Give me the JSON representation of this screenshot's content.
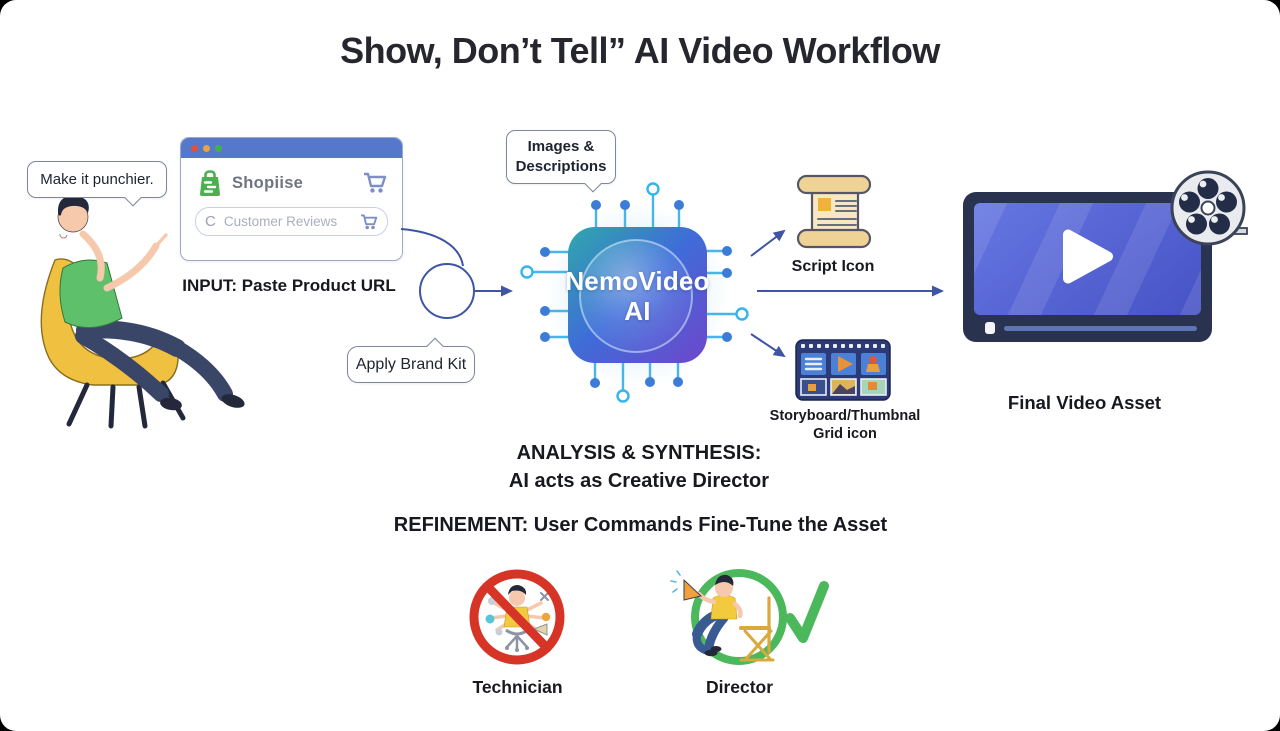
{
  "title": "Show, Don’t Tell” AI Video Workflow",
  "colors": {
    "chip_teal": "#2fa8ab",
    "chip_blue": "#3f6cd8",
    "chip_purple": "#6f46cc",
    "pin_line": "#49b4e8",
    "pin_dot": "#3b7cd6",
    "arrow_blue": "#3d55a3",
    "browser_bar_blue": "#5578cd",
    "brand_green": "#4caf50",
    "prohibition_red": "#d63426",
    "approve_green": "#4cb85c",
    "video_frame_navy": "#29334f",
    "scroll_cream": "#f7e8c3",
    "chair_yellow": "#f0c040"
  },
  "input_stage": {
    "user_bubble": "Make it punchier.",
    "browser": {
      "brand": "Shopiise",
      "search_placeholder": "Customer Reviews"
    },
    "caption": "INPUT: Paste Product URL",
    "brand_kit_bubble": "Apply Brand Kit"
  },
  "analysis_stage": {
    "data_bubble_line1": "Images &",
    "data_bubble_line2": "Descriptions",
    "chip_line1": "NemoVideo",
    "chip_line2": "AI",
    "caption_line1": "ANALYSIS & SYNTHESIS:",
    "caption_line2": "AI acts as Creative Director"
  },
  "outputs": {
    "script_label": "Script Icon",
    "storyboard_label_line1": "Storyboard/Thumbnal",
    "storyboard_label_line2": "Grid icon",
    "final_video_label": "Final Video Asset"
  },
  "refinement_stage": {
    "caption": "REFINEMENT: User Commands Fine-Tune the Asset",
    "rejected_label": "Technician",
    "approved_label": "Director"
  }
}
